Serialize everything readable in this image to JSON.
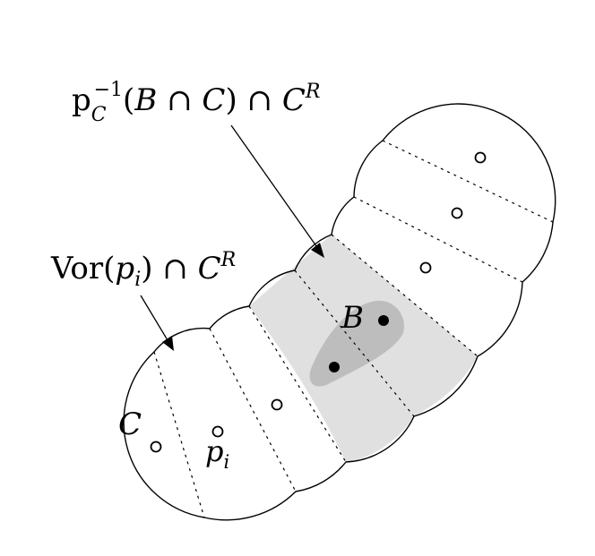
{
  "diagram": {
    "labels": {
      "top_expression": {
        "p": "p",
        "sub_C": "C",
        "sup": "−1",
        "rest_open": "(",
        "B": "B",
        "cap1": " ∩ ",
        "C": "C",
        "rest_close": ") ∩ ",
        "C2": "C",
        "sup_R": "R"
      },
      "vor_expression": {
        "vor": "Vor(",
        "p": "p",
        "sub_i": "i",
        "close": ") ∩ ",
        "C": "C",
        "sup_R": "R"
      },
      "C_label": "C",
      "B_label": "B",
      "pi_label": {
        "p": "p",
        "sub_i": "i"
      }
    },
    "colors": {
      "light_region": "#e0e0e0",
      "dark_region": "#bdbdbd",
      "stroke": "#000000"
    }
  }
}
